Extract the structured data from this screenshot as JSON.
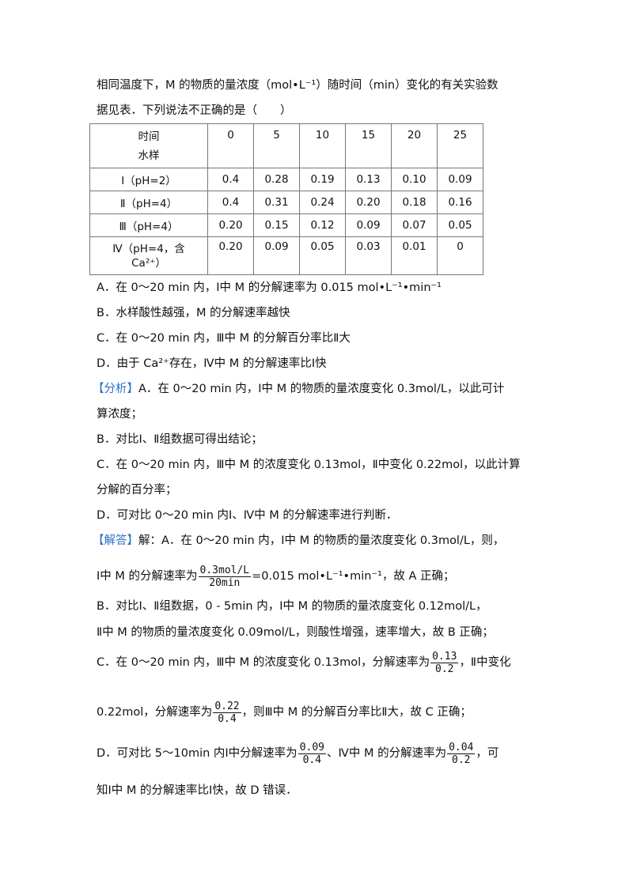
{
  "question": {
    "line1": "相同温度下，M 的物质的量浓度（mol•L⁻¹）随时间（min）变化的有关实验数",
    "line2": "据见表．下列说法不正确的是（　　）"
  },
  "table": {
    "header_time": "时间",
    "header_sample": "水样",
    "times": [
      "0",
      "5",
      "10",
      "15",
      "20",
      "25"
    ],
    "rows": [
      {
        "label": "Ⅰ（pH=2）",
        "values": [
          "0.4",
          "0.28",
          "0.19",
          "0.13",
          "0.10",
          "0.09"
        ]
      },
      {
        "label": "Ⅱ（pH=4）",
        "values": [
          "0.4",
          "0.31",
          "0.24",
          "0.20",
          "0.18",
          "0.16"
        ]
      },
      {
        "label": "Ⅲ（pH=4）",
        "values": [
          "0.20",
          "0.15",
          "0.12",
          "0.09",
          "0.07",
          "0.05"
        ]
      },
      {
        "label_line1": "Ⅳ（pH=4，含",
        "label_line2": "Ca²⁺）",
        "values": [
          "0.20",
          "0.09",
          "0.05",
          "0.03",
          "0.01",
          "0"
        ]
      }
    ]
  },
  "options": {
    "a": "A．在 0～20 min 内，Ⅰ中 M 的分解速率为 0.015 mol•L⁻¹•min⁻¹",
    "b": "B．水样酸性越强，M 的分解速率越快",
    "c": "C．在 0～20 min 内，Ⅲ中 M 的分解百分率比Ⅱ大",
    "d": "D．由于 Ca²⁺存在，Ⅳ中 M 的分解速率比Ⅰ快"
  },
  "analysis": {
    "tag": "【分析】",
    "a_line1": "A．在 0～20 min 内，Ⅰ中 M 的物质的量浓度变化 0.3mol/L，以此可计",
    "a_line2": "算浓度；",
    "b": "B．对比Ⅰ、Ⅱ组数据可得出结论；",
    "c_line1": "C．在 0～20 min 内，Ⅲ中 M 的浓度变化 0.13mol，Ⅱ中变化 0.22mol，以此计算",
    "c_line2": "分解的百分率；",
    "d": "D．可对比 0～20 min 内Ⅰ、Ⅳ中 M 的分解速率进行判断．"
  },
  "solution": {
    "tag": "【解答】",
    "a_line1": "解：A．在 0～20 min 内，Ⅰ中 M 的物质的量浓度变化 0.3mol/L，则，",
    "a_line2_pre": "Ⅰ中 M 的分解速率为",
    "a_frac_num": "0.3mol/L",
    "a_frac_den": "20min",
    "a_line2_post": "=0.015 mol•L⁻¹•min⁻¹，故 A 正确；",
    "b_line1": "B．对比Ⅰ、Ⅱ组数据，0 - 5min 内，Ⅰ中 M 的物质的量浓度变化 0.12mol/L，",
    "b_line2": "Ⅱ中 M 的物质的量浓度变化 0.09mol/L，则酸性增强，速率增大，故 B 正确；",
    "c_line1_pre": "C．在 0～20 min 内，Ⅲ中 M 的浓度变化 0.13mol，分解速率为",
    "c_frac1_num": "0.13",
    "c_frac1_den": "0.2",
    "c_line1_post": "，Ⅱ中变化",
    "c_line2_pre": "0.22mol，分解速率为",
    "c_frac2_num": "0.22",
    "c_frac2_den": "0.4",
    "c_line2_post": "，则Ⅲ中 M 的分解百分率比Ⅱ大，故 C 正确；",
    "d_line1_pre": "D．可对比 5～10min 内Ⅰ中分解速率为",
    "d_frac1_num": "0.09",
    "d_frac1_den": "0.4",
    "d_line1_mid": "、Ⅳ中 M 的分解速率为",
    "d_frac2_num": "0.04",
    "d_frac2_den": "0.2",
    "d_line1_post": "，可",
    "d_line2": "知Ⅰ中 M 的分解速率比Ⅰ快，故 D 错误．"
  }
}
